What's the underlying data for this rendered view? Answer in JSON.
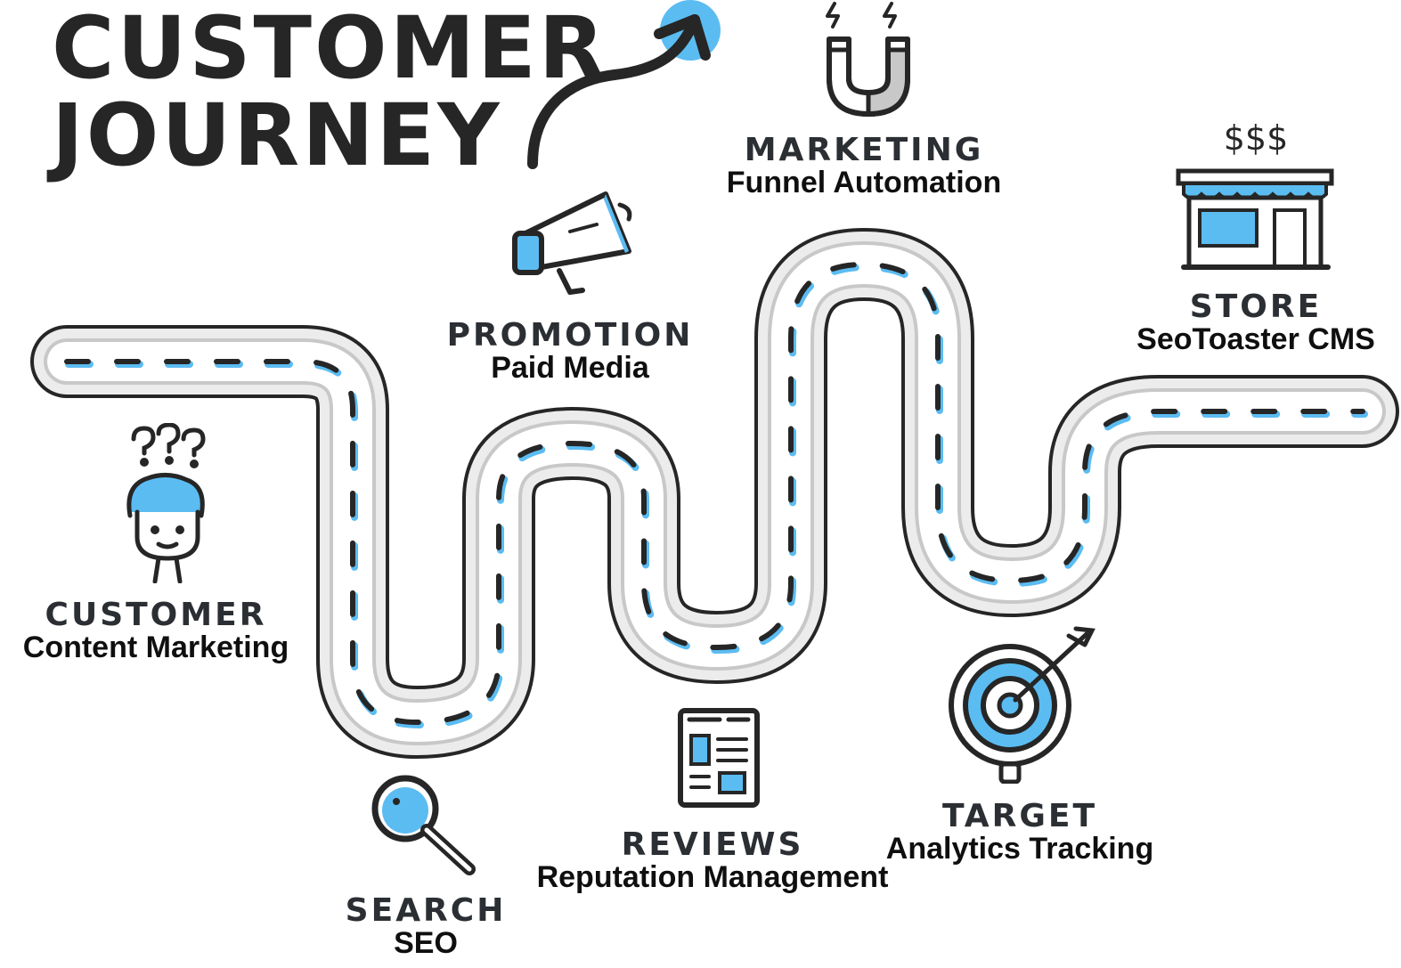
{
  "title": {
    "line1": "CUSTOMER",
    "line2": "JOURNEY"
  },
  "colors": {
    "accent": "#5bbcf2",
    "ink": "#262626",
    "road_fill": "#ececec",
    "road_inner": "#c8c8c8"
  },
  "stages": [
    {
      "id": "customer",
      "heading": "CUSTOMER",
      "subtitle": "Content Marketing",
      "icon": "confused-person-icon"
    },
    {
      "id": "search",
      "heading": "SEARCH",
      "subtitle": "SEO",
      "icon": "magnifying-glass-icon"
    },
    {
      "id": "promotion",
      "heading": "PROMOTION",
      "subtitle": "Paid Media",
      "icon": "megaphone-icon"
    },
    {
      "id": "reviews",
      "heading": "REVIEWS",
      "subtitle": "Reputation Management",
      "icon": "newspaper-icon"
    },
    {
      "id": "marketing",
      "heading": "MARKETING",
      "subtitle": "Funnel Automation",
      "icon": "magnet-icon"
    },
    {
      "id": "target",
      "heading": "TARGET",
      "subtitle": "Analytics Tracking",
      "icon": "target-icon"
    },
    {
      "id": "store",
      "heading": "STORE",
      "subtitle": "SeoToaster CMS",
      "icon": "storefront-icon"
    }
  ]
}
